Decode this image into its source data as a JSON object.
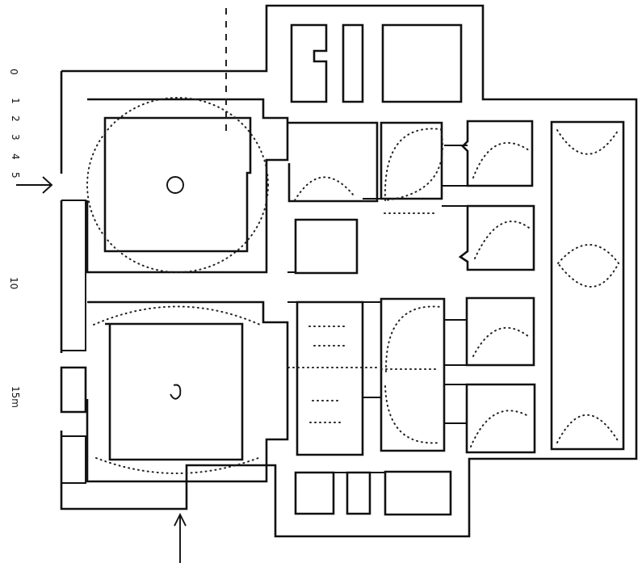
{
  "scale_labels": {
    "zero": "0",
    "one": "1",
    "two": "2",
    "three": "3",
    "four": "4",
    "five": "5",
    "ten": "10",
    "fifteen": "15m"
  }
}
